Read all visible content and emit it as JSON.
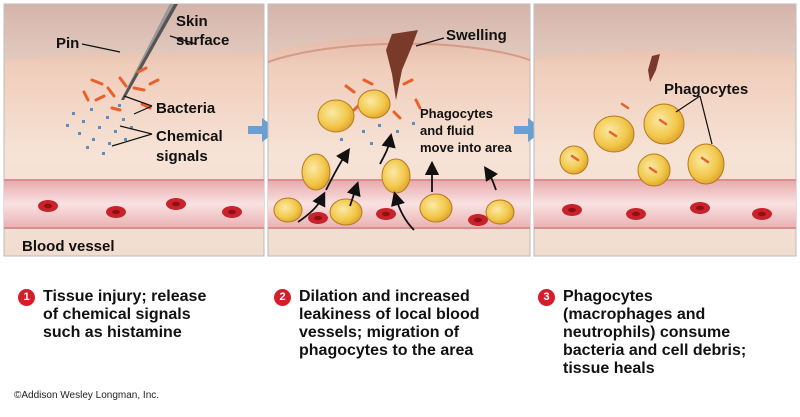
{
  "panels": [
    {
      "labels": {
        "pin": "Pin",
        "skin_line1": "Skin",
        "skin_line2": "surface",
        "bacteria": "Bacteria",
        "chemical_line1": "Chemical",
        "chemical_line2": "signals",
        "blood_vessel": "Blood vessel"
      }
    },
    {
      "labels": {
        "swelling": "Swelling",
        "phago_line1": "Phagocytes",
        "phago_line2": "and fluid",
        "phago_line3": "move into area"
      }
    },
    {
      "labels": {
        "phagocytes": "Phagocytes"
      }
    }
  ],
  "captions": [
    {
      "number": "1",
      "line1": "Tissue injury; release",
      "line2": "of chemical  signals",
      "line3": "such as histamine"
    },
    {
      "number": "2",
      "line1": "Dilation and increased",
      "line2": "leakiness of local blood",
      "line3": "vessels; migration of",
      "line4": "phagocytes to the area"
    },
    {
      "number": "3",
      "line1": "Phagocytes",
      "line2": "(macrophages and",
      "line3": "neutrophils) consume",
      "line4": "bacteria and cell debris;",
      "line5": "tissue heals"
    }
  ],
  "copyright": "©Addison Wesley Longman, Inc.",
  "colors": {
    "skin_top": "#e3b1a1",
    "skin_mid": "#f3d8c8",
    "vessel_wall": "#f1c1c2",
    "blood_cell": "#c8222a",
    "phagocyte": "#f2c84b",
    "bacteria": "#e8612c",
    "chemical": "#5b8fc3",
    "arrow": "#6a9fd4",
    "number_badge": "#d51e2a",
    "wound": "#7a3a2a"
  }
}
